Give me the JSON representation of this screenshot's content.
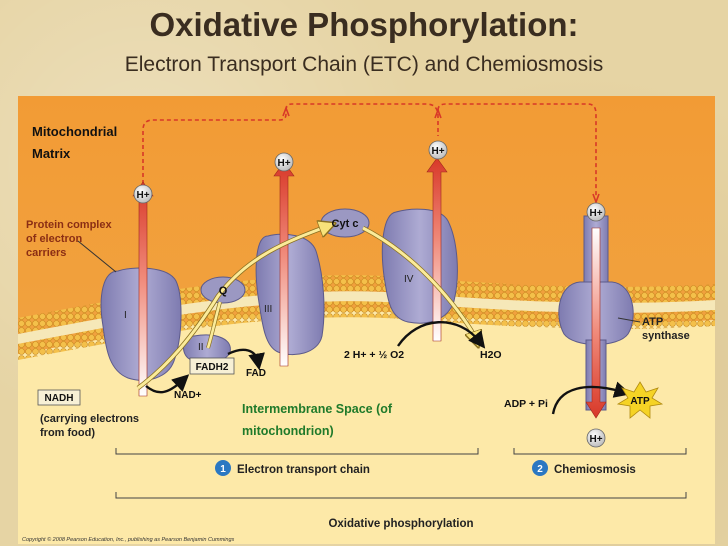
{
  "title": "Oxidative Phosphorylation:",
  "subtitle": "Electron Transport Chain (ETC) and Chemiosmosis",
  "labels": {
    "matrix_line1": "Mitochondrial",
    "matrix_line2": "Matrix",
    "protein_line1": "Protein complex",
    "protein_line2": "of electron",
    "protein_line3": "carriers",
    "complex_I": "I",
    "complex_II": "II",
    "complex_III": "III",
    "complex_IV": "IV",
    "q": "Q",
    "cyt_c": "Cyt c",
    "fadh2": "FADH2",
    "fad": "FAD",
    "nadh": "NADH",
    "nad_plus": "NAD+",
    "nadh_note_line1": "(carrying electrons",
    "nadh_note_line2": "from food)",
    "intermembrane_line1": "Intermembrane Space (of",
    "intermembrane_line2": "mitochondrion)",
    "oxygen_reaction": "2 H+ + ½ O2",
    "water": "H2O",
    "adp_pi": "ADP + Pi",
    "atp": "ATP",
    "atp_synthase_line1": "ATP",
    "atp_synthase_line2": "synthase",
    "h_plus": "H+",
    "step1_number": "1",
    "step1_label": "Electron transport chain",
    "step2_number": "2",
    "step2_label": "Chemiosmosis",
    "overall_label": "Oxidative phosphorylation",
    "copyright": "Copyright © 2008 Pearson Education, Inc., publishing as Pearson Benjamin Cummings"
  },
  "colors": {
    "matrix_bg": "#f0a441",
    "intermembrane_bg": "#fde9a8",
    "membrane_head": "#f4c04a",
    "protein": "#9b98c2",
    "arrow_red": "#d83828",
    "label_red": "#8b2e14",
    "intermembrane_text": "#1f7a2a",
    "step_circle": "#2b78c2",
    "atp_star": "#f5d325"
  }
}
